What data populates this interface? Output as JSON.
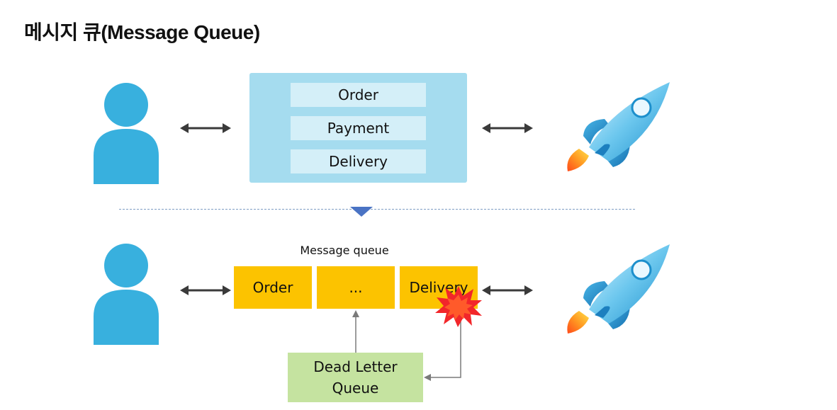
{
  "title": "메시지 큐(Message Queue)",
  "top_panel": {
    "items": [
      "Order",
      "Payment",
      "Delivery"
    ]
  },
  "message_queue": {
    "label": "Message queue",
    "cells": [
      "Order",
      "...",
      "Delivery"
    ]
  },
  "dead_letter_queue": {
    "line1": "Dead Letter",
    "line2": "Queue"
  },
  "colors": {
    "person": "#38b0de",
    "top_panel": "#a5dcef",
    "top_item": "#d4eff8",
    "queue_cell": "#fcc300",
    "dlq": "#c5e3a0",
    "arrow": "#3a3a3a",
    "divider": "#7f9ec4",
    "triangle": "#4a73c4",
    "burst": "#f2262a"
  },
  "icons": [
    "person-icon",
    "rocket-icon",
    "double-arrow-icon",
    "error-burst-icon",
    "down-triangle-icon"
  ]
}
